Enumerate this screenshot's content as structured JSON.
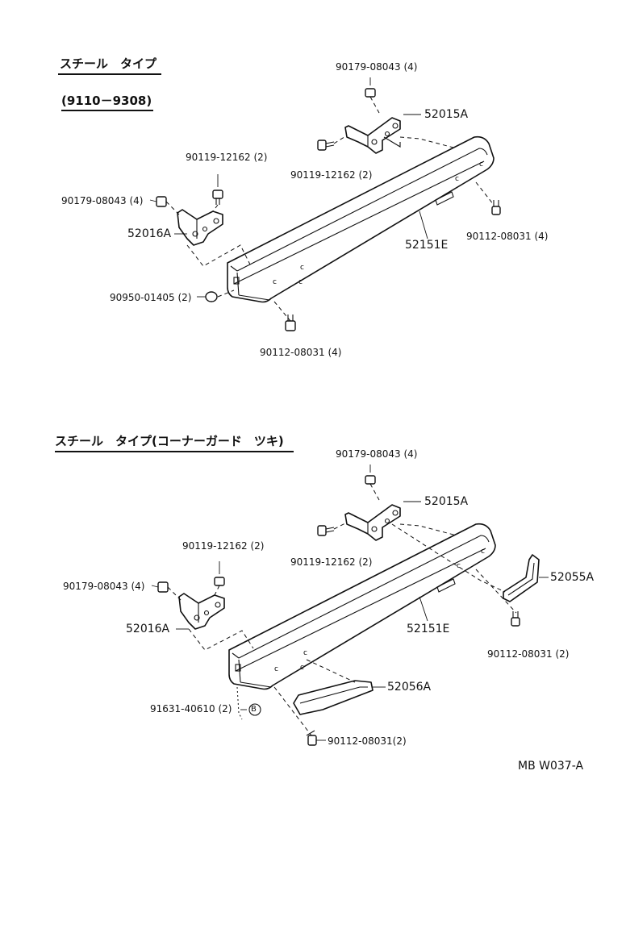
{
  "sections": [
    {
      "title": "スチール　タイプ",
      "subtitle": "(9110－9308)",
      "labels": {
        "nut_top": "90179-08043 (4)",
        "bracket_right": "52015A",
        "bolt_right": "90119-12162 (2)",
        "bolt_left": "90119-12162 (2)",
        "nut_left": "90179-08043 (4)",
        "bracket_left": "52016A",
        "bumper": "52151E",
        "screw_right": "90112-08031 (4)",
        "plug": "90950-01405 (2)",
        "screw_bottom": "90112-08031 (4)"
      }
    },
    {
      "title": "スチール　タイプ(コーナーガード　ツキ)",
      "labels": {
        "nut_top": "90179-08043 (4)",
        "bracket_right": "52015A",
        "bolt_right": "90119-12162 (2)",
        "bolt_left": "90119-12162 (2)",
        "nut_left": "90179-08043 (4)",
        "bracket_left": "52016A",
        "bumper": "52151E",
        "guard_right": "52055A",
        "screw_right": "90112-08031 (2)",
        "guard_left": "52056A",
        "clip": "91631-40610 (2)",
        "clip_ref": "B",
        "screw_bottom": "90112-08031(2)"
      }
    }
  ],
  "footer_code": "MB W037-A"
}
